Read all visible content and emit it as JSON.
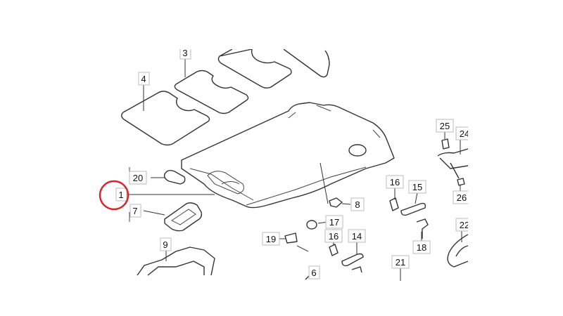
{
  "diagram": {
    "labels": {
      "p3": "3",
      "p4": "4",
      "p20": "20",
      "p1": "1",
      "p7": "7",
      "p9": "9",
      "p19": "19",
      "p17": "17",
      "p16a": "16",
      "p14": "14",
      "p6": "6",
      "p8": "8",
      "p16b": "16",
      "p15": "15",
      "p18": "18",
      "p21": "21",
      "p25": "25",
      "p24": "24",
      "p26": "26",
      "p22": "22"
    },
    "highlight_color": "#d9262c"
  }
}
